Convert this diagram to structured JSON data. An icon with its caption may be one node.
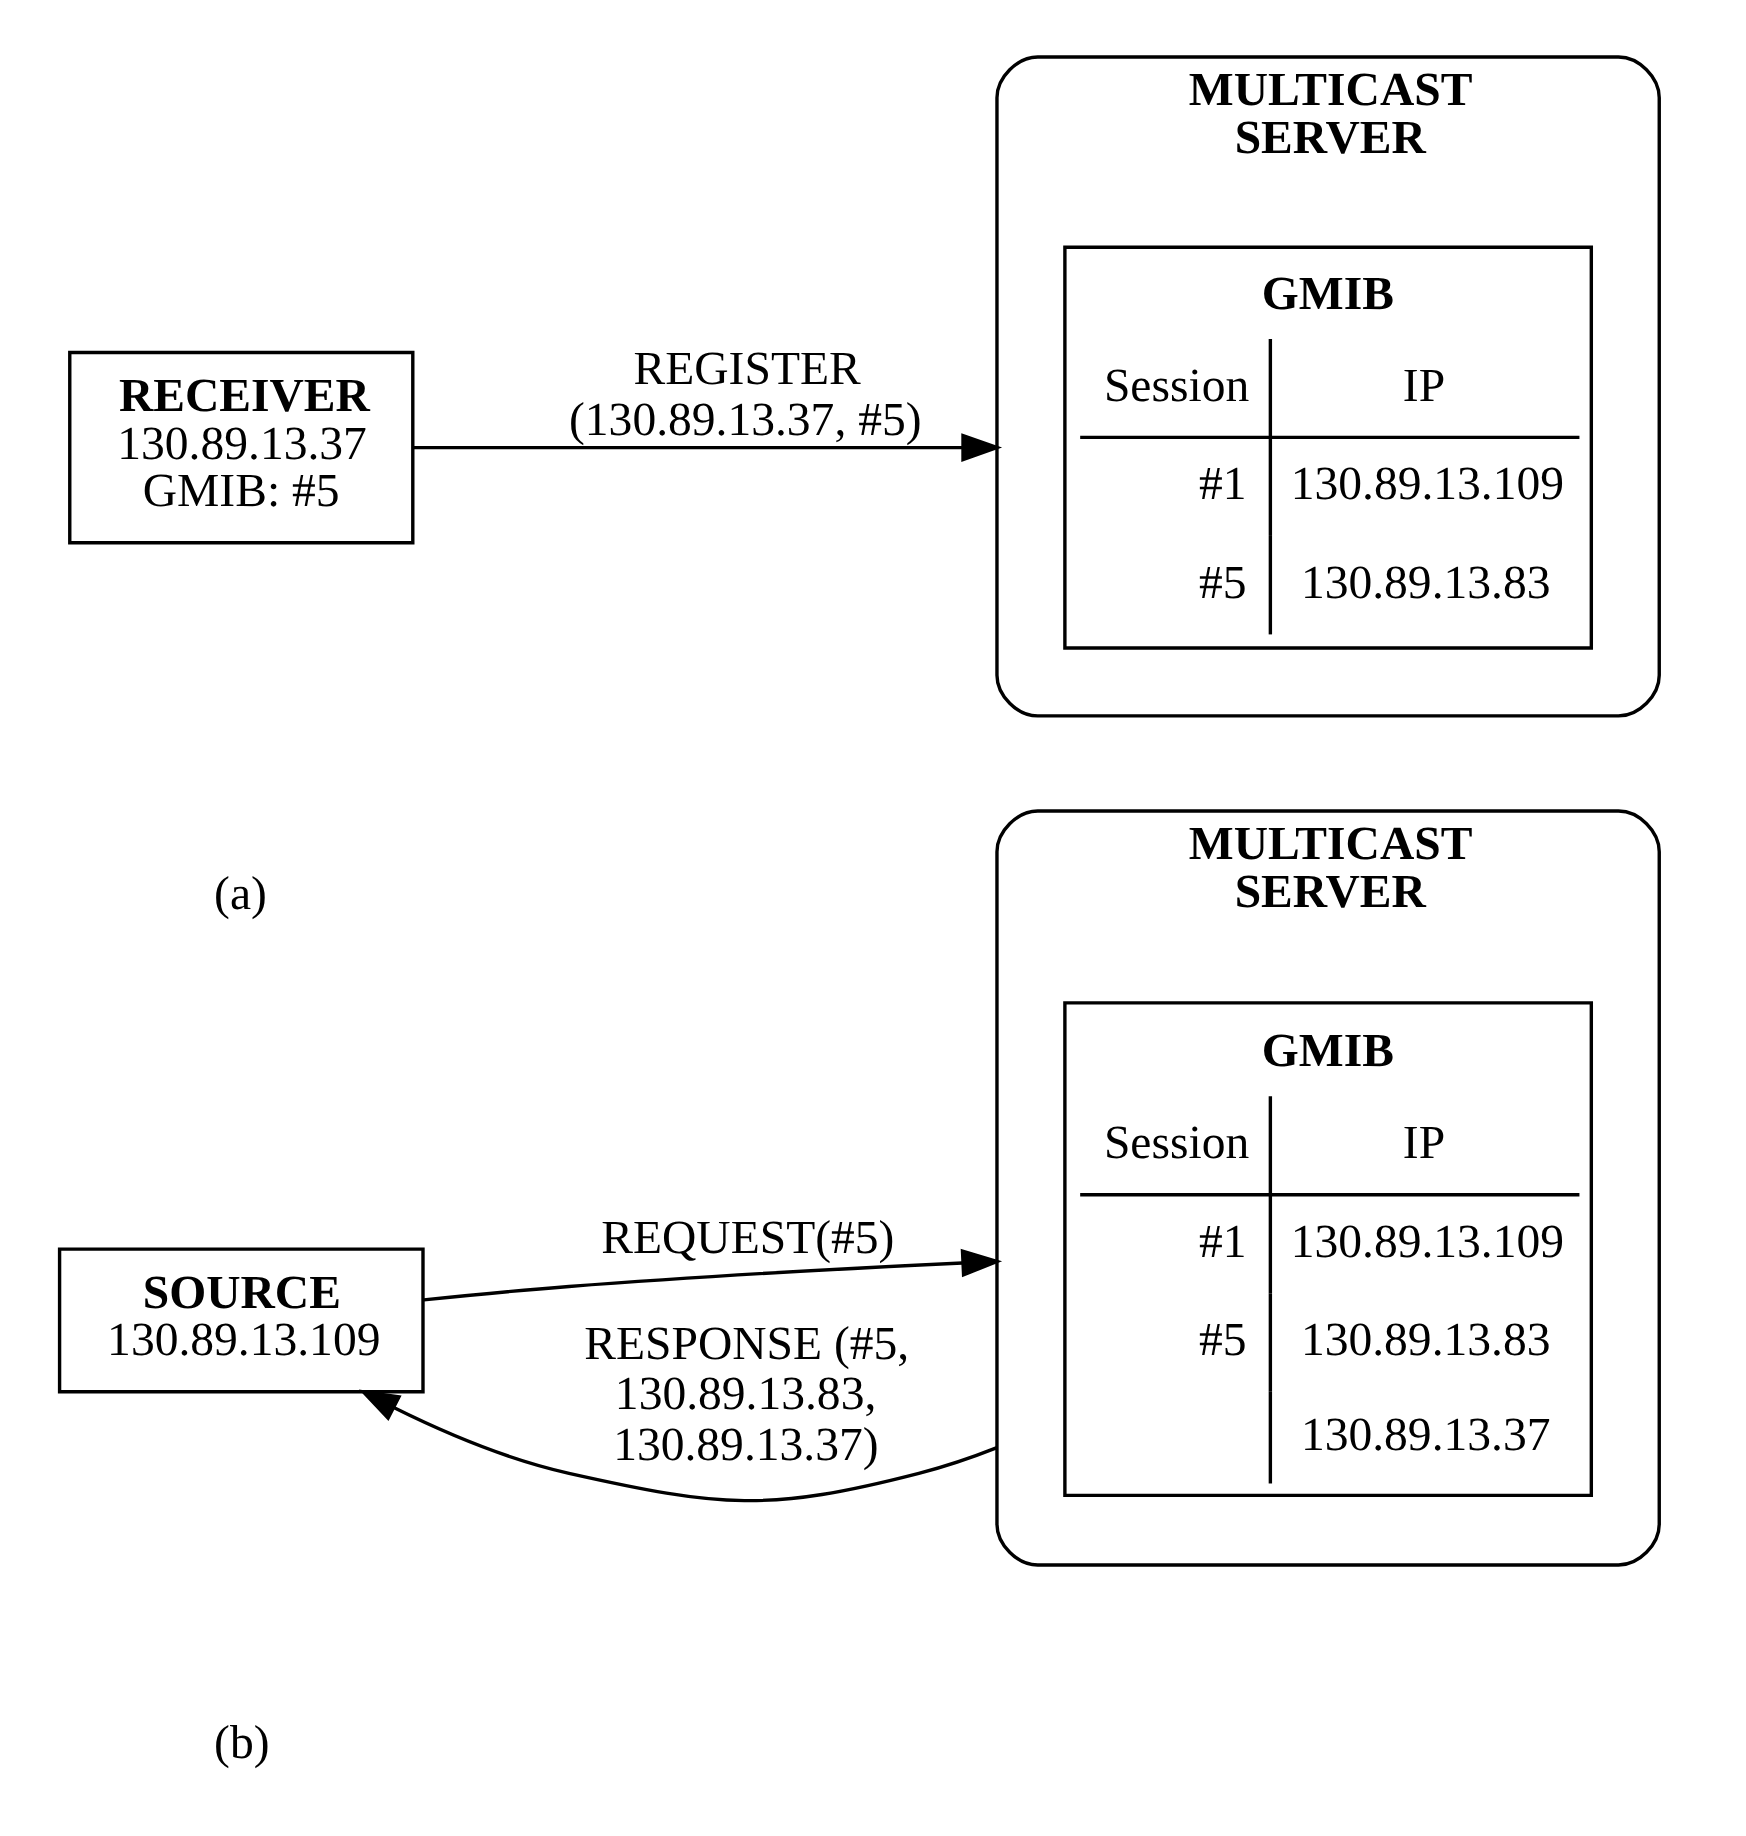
{
  "diagram": {
    "nodes": [
      {
        "text": [
          "RECEIVER",
          "130.89.13.37",
          "GMIB: #5"
        ]
      },
      {
        "text": [
          "MULTICAST SERVER"
        ]
      },
      {
        "text": [
          "GMIB",
          "Session",
          "IP",
          "#1",
          "130.89.13.109",
          "#5",
          "130.89.13.83"
        ],
        "in": 1
      },
      {
        "text": [
          "SOURCE",
          "130.89.13.109"
        ]
      },
      {
        "text": [
          "MULTICAST SERVER"
        ]
      },
      {
        "text": [
          "GMIB",
          "Session",
          "IP",
          "#1",
          "130.89.13.109",
          "#5",
          "130.89.13.83",
          "130.89.13.37"
        ],
        "in": 4
      }
    ],
    "edges": [
      {
        "from": 0,
        "to": 1,
        "arrow": "to",
        "label": "REGISTER (130.89.13.37, #5)"
      },
      {
        "from": 3,
        "to": 4,
        "arrow": "to",
        "label": "REQUEST(#5)"
      },
      {
        "from": 4,
        "to": 3,
        "arrow": "to",
        "label": "RESPONSE (#5, 130.89.13.83, 130.89.13.37)"
      }
    ],
    "labels": [
      "(a)",
      "(b)"
    ]
  }
}
